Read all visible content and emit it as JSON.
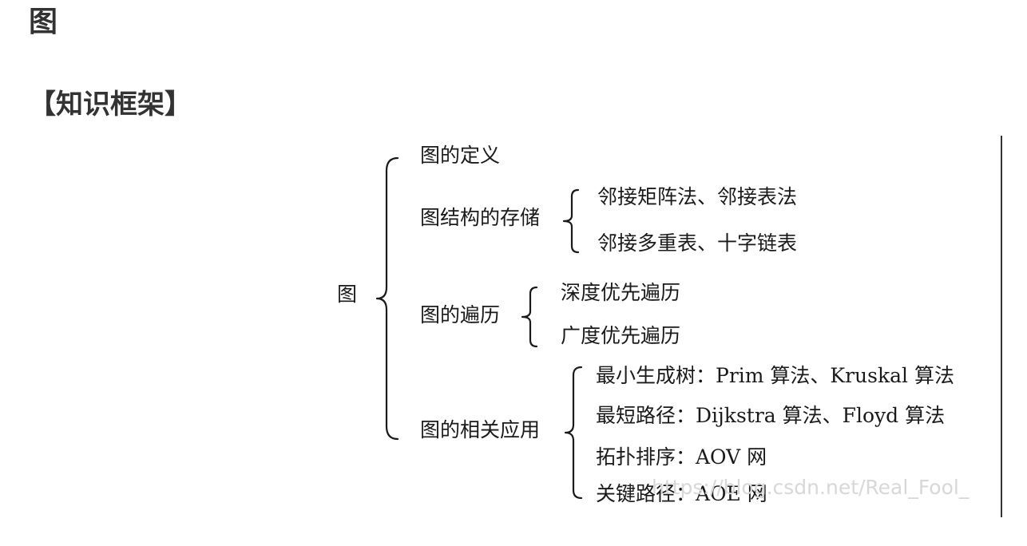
{
  "page": {
    "title": "图",
    "section_heading": "【知识框架】"
  },
  "diagram": {
    "root": "图",
    "branches": [
      {
        "label": "图的定义",
        "children": []
      },
      {
        "label": "图结构的存储",
        "children": [
          "邻接矩阵法、邻接表法",
          "邻接多重表、十字链表"
        ]
      },
      {
        "label": "图的遍历",
        "children": [
          "深度优先遍历",
          "广度优先遍历"
        ]
      },
      {
        "label": "图的相关应用",
        "children": [
          "最小生成树：Prim 算法、Kruskal 算法",
          "最短路径：Dijkstra 算法、Floyd 算法",
          "拓扑排序：AOV 网",
          "关键路径：AOE 网"
        ]
      }
    ],
    "watermark": "https://blog.csdn.net/Real_Fool_"
  },
  "colors": {
    "heading": "#333333",
    "diagram_text": "#1a1a1a",
    "watermark": "#d8d8d8"
  }
}
